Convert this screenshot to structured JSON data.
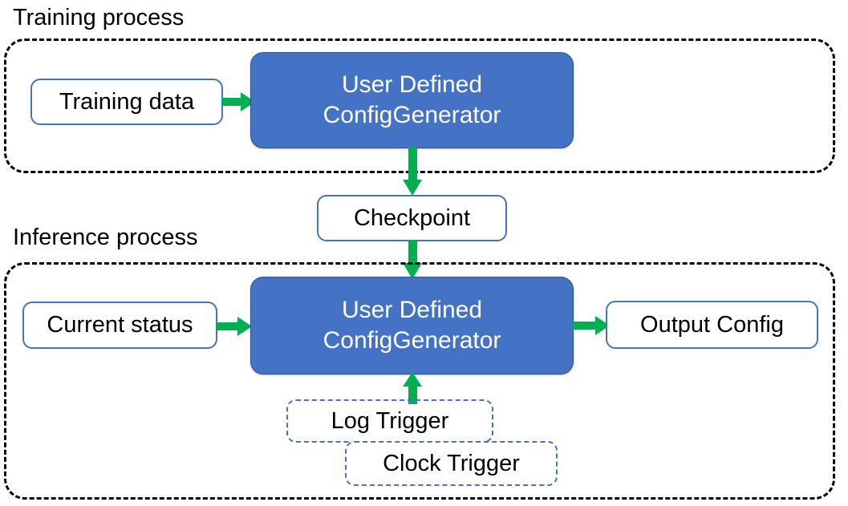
{
  "diagram": {
    "title_top": "Training process",
    "title_bottom": "Inference process",
    "colors": {
      "process_fill": "#4472C4",
      "process_border": "#2E528F",
      "box_border": "#4472C4",
      "arrow": "#00B050",
      "container_border": "#000000",
      "text_dark": "#000000",
      "text_light": "#FFFFFF"
    }
  },
  "training": {
    "label": "Training process",
    "input_box": "Training data",
    "process_line1": "User Defined",
    "process_line2": "ConfigGenerator"
  },
  "checkpoint": {
    "label": "Checkpoint"
  },
  "inference": {
    "label": "Inference process",
    "input_box": "Current status",
    "process_line1": "User Defined",
    "process_line2": "ConfigGenerator",
    "output_box": "Output Config",
    "triggers": [
      {
        "label": "Log Trigger"
      },
      {
        "label": "Clock Trigger"
      }
    ]
  },
  "arrows": [
    {
      "name": "training-data-to-generator",
      "direction": "right"
    },
    {
      "name": "training-generator-to-checkpoint",
      "direction": "down"
    },
    {
      "name": "checkpoint-to-inference-generator",
      "direction": "down"
    },
    {
      "name": "current-status-to-generator",
      "direction": "right"
    },
    {
      "name": "generator-to-output-config",
      "direction": "right"
    },
    {
      "name": "triggers-to-generator",
      "direction": "up"
    }
  ]
}
